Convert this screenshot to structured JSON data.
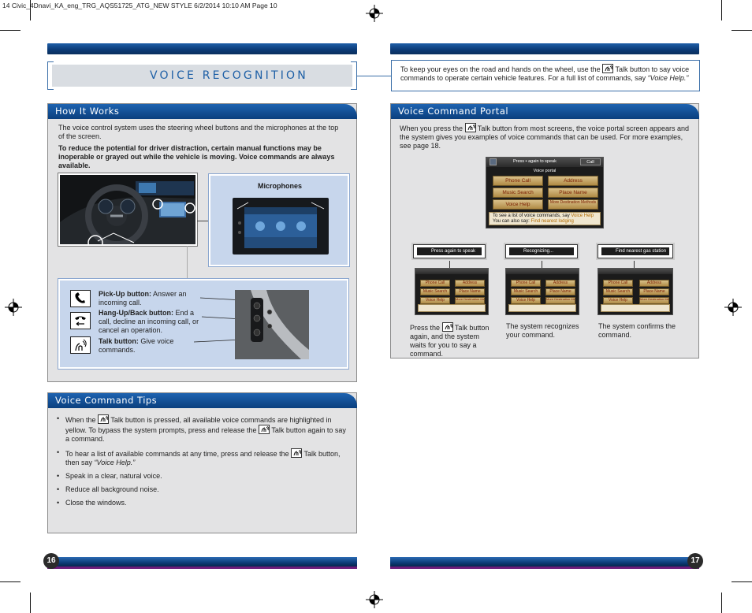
{
  "header_line": "14 Civic_4Dnavi_KA_eng_TRG_AQS51725_ATG_NEW STYLE  6/2/2014  10:10 AM  Page 10",
  "title": "VOICE RECOGNITION",
  "intro": {
    "before": "To keep your eyes on the road and hands on the wheel, use the",
    "after": "Talk button to say voice commands to operate certain vehicle features. For a full list of commands, say",
    "quote": "“Voice Help.”"
  },
  "how_it_works": {
    "heading": "How It Works",
    "p1": "The voice control system uses the steering wheel buttons and the microphones at the top of the screen.",
    "p2": "To reduce the potential for driver distraction, certain manual functions may be inoperable or grayed out while the vehicle is moving. Voice commands are always available.",
    "microphones_label": "Microphones",
    "buttons": [
      {
        "name": "Pick-Up button:",
        "desc": "Answer an incoming call."
      },
      {
        "name": "Hang-Up/Back button:",
        "desc": "End a call, decline an incoming call, or cancel an operation."
      },
      {
        "name": "Talk button:",
        "desc": "Give voice commands."
      }
    ]
  },
  "tips": {
    "heading": "Voice Command Tips",
    "t1a": "When the",
    "t1b": "Talk button is pressed, all available voice commands are highlighted in yellow. To bypass the system prompts, press and release the",
    "t1c": "Talk button again to say a command.",
    "t2a": "To hear a list of available commands at any time, press and release the",
    "t2b": "Talk button, then say",
    "t2c": "“Voice Help.”",
    "t3": "Speak in a clear, natural voice.",
    "t4": "Reduce all background noise.",
    "t5": "Close the windows."
  },
  "portal": {
    "heading": "Voice Command Portal",
    "p_before": "When you press the",
    "p_after": "Talk button from most screens, the voice portal screen appears and the system gives you examples of voice commands that can be used. For more examples, see page 18.",
    "screen": {
      "top_prompt": "Press",
      "top_prompt2": "again to speak",
      "cancel": "Call",
      "subtitle": "Voice portal",
      "options": [
        "Phone Call",
        "Address",
        "Music Search",
        "Place Name",
        "Voice Help",
        "More Destination Methods"
      ],
      "bottom1": "To see a list of voice commands, say",
      "bottom1b": "Voice Help",
      "bottom2": "You can also say:",
      "bottom2b": "Find nearest lodging"
    },
    "callouts": [
      "Press    again to speak",
      "Recognizing...",
      "Find nearest gas station"
    ],
    "captions": [
      {
        "a": "Press the",
        "b": "Talk button again, and the system waits for you to say a command."
      },
      {
        "a": "The system recognizes your command.",
        "b": ""
      },
      {
        "a": "The system confirms the command.",
        "b": ""
      }
    ]
  },
  "page_left": "16",
  "page_right": "17",
  "colors": {
    "accent": "#1d5fa6",
    "bar": "#0c3c78",
    "panel": "#e3e3e4",
    "purple": "#6b1c7a"
  }
}
